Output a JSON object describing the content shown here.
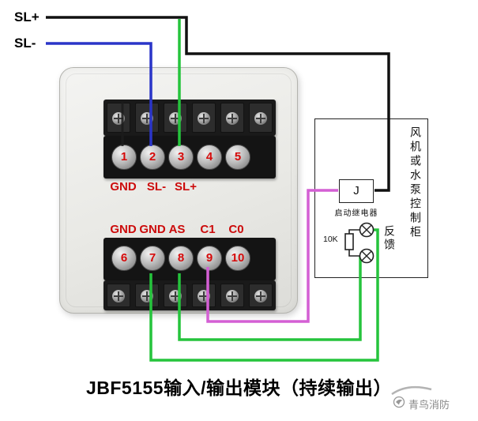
{
  "bus": {
    "sl_plus": "SL+",
    "sl_minus": "SL-"
  },
  "module_photo": {
    "upper_terminal_numbers": [
      "1",
      "2",
      "3",
      "4",
      "5"
    ],
    "upper_terminal_labels": [
      "GND",
      "SL-",
      "SL+"
    ],
    "lower_terminal_labels": [
      "GND",
      "GND",
      "AS",
      "C1",
      "C0"
    ],
    "lower_terminal_numbers": [
      "6",
      "7",
      "8",
      "9",
      "10"
    ]
  },
  "cabinet": {
    "name": "风机或水泵控制柜",
    "relay_symbol": "J",
    "relay_label": "启动继电器",
    "resistor_value": "10K",
    "feedback_label": "反馈"
  },
  "caption": "JBF5155输入/输出模块（持续输出）",
  "watermark": "青鸟消防",
  "wire_colors": {
    "black": "#111111",
    "blue": "#2a35c8",
    "green": "#25c43c",
    "magenta": "#d45fd4"
  }
}
